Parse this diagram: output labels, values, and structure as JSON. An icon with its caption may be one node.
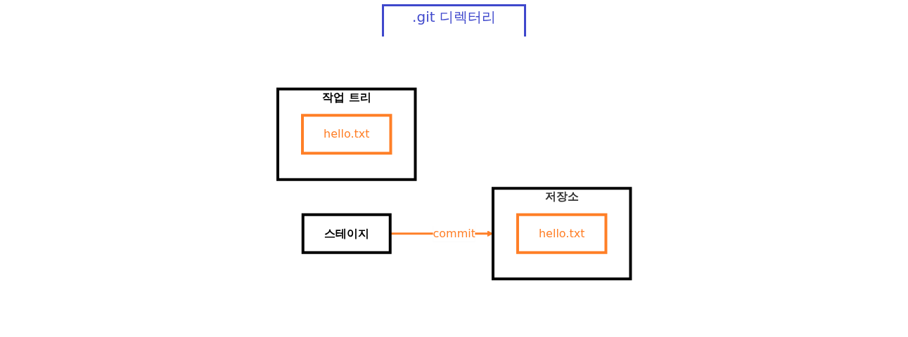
{
  "diagram": {
    "nodes": [
      {
        "text": [
          "작업 트리"
        ]
      },
      {
        "text": [
          "hello.txt"
        ],
        "in": 0
      },
      {
        "text": [
          "스테이지"
        ]
      },
      {
        "text": [
          "저장소"
        ]
      },
      {
        "text": [
          "hello.txt"
        ],
        "in": 3
      }
    ],
    "edges": [
      {
        "from": 2,
        "to": 3,
        "arrow": "to",
        "label": "commit",
        "color": "#ff7f27"
      }
    ],
    "labels": [
      ".git 디렉터리"
    ]
  }
}
